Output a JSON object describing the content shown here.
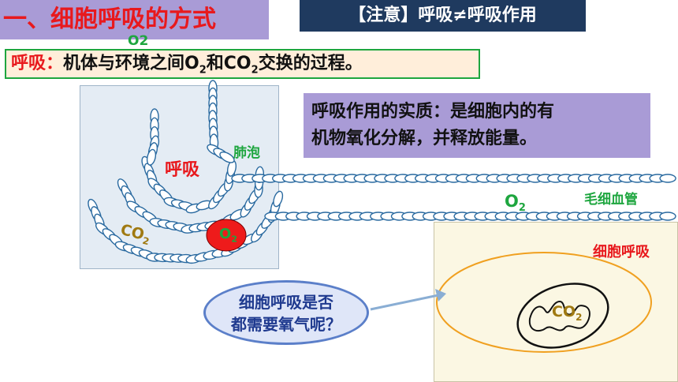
{
  "title": "一、细胞呼吸的方式",
  "note": "【注意】呼吸≠呼吸作用",
  "definition": {
    "term": "呼吸",
    "colon": "：",
    "text_a": "机体与环境之间O",
    "sub_a": "2",
    "text_b": "和CO",
    "sub_b": "2",
    "text_c": "交换的过程。"
  },
  "essence": {
    "line1": "呼吸作用的实质：是细胞内的有",
    "line2": "机物氧化分解，并释放能量。"
  },
  "diagram": {
    "o2_top": "O2",
    "breath_label": "呼吸",
    "alveolus_label": "肺泡",
    "co2_left": "CO",
    "co2_left_sub": "2",
    "o2_red": "O",
    "o2_red_sub": "2",
    "o2_vessel": "O",
    "o2_vessel_sub": "2",
    "capillary_label": "毛细血管",
    "cell_resp_label": "细胞呼吸",
    "co2_mito": "CO",
    "co2_mito_sub": "2"
  },
  "question": {
    "line1": "细胞呼吸是否",
    "line2": "都需要氧气呢？"
  },
  "colors": {
    "title_red": "#e8191d",
    "title_bg": "#a99bd6",
    "note_bg": "#1f3a5f",
    "green": "#1ea63f",
    "co2_gold": "#a07a12",
    "ring": "#2a6aa0",
    "cell_orange": "#f0a020"
  }
}
